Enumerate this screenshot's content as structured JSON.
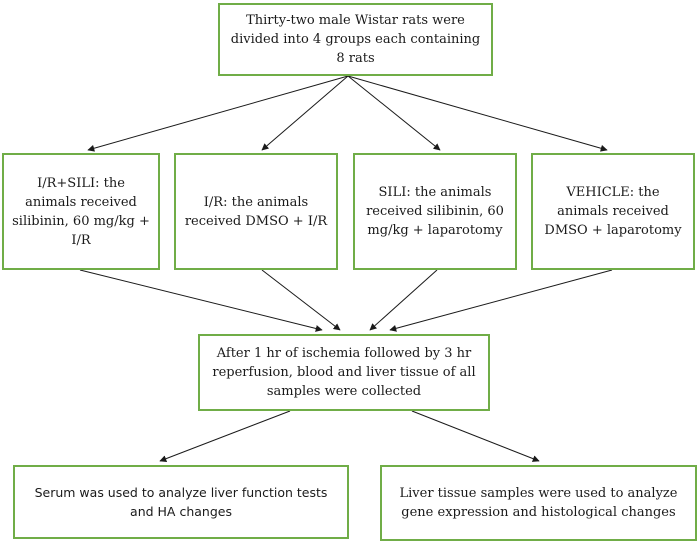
{
  "nodes": {
    "top": "Thirty-two male Wistar rats were divided into 4 groups each containing 8 rats",
    "group_ir_sili": "I/R+SILI: the animals received silibinin, 60 mg/kg  + I/R",
    "group_ir": "I/R: the animals received DMSO + I/R",
    "group_sili": "SILI: the animals received silibinin, 60 mg/kg + laparotomy",
    "group_vehicle": "VEHICLE: the animals received DMSO + laparotomy",
    "collection": "After 1 hr of ischemia followed by 3 hr reperfusion, blood and liver tissue of all samples were collected",
    "serum": "Serum was used to analyze liver function tests and HA changes",
    "tissue": "Liver tissue samples were used to analyze gene expression and histological changes"
  },
  "colors": {
    "box_border": "#70ad47",
    "arrow": "#1a1a1a",
    "text": "#1a1a1a"
  }
}
